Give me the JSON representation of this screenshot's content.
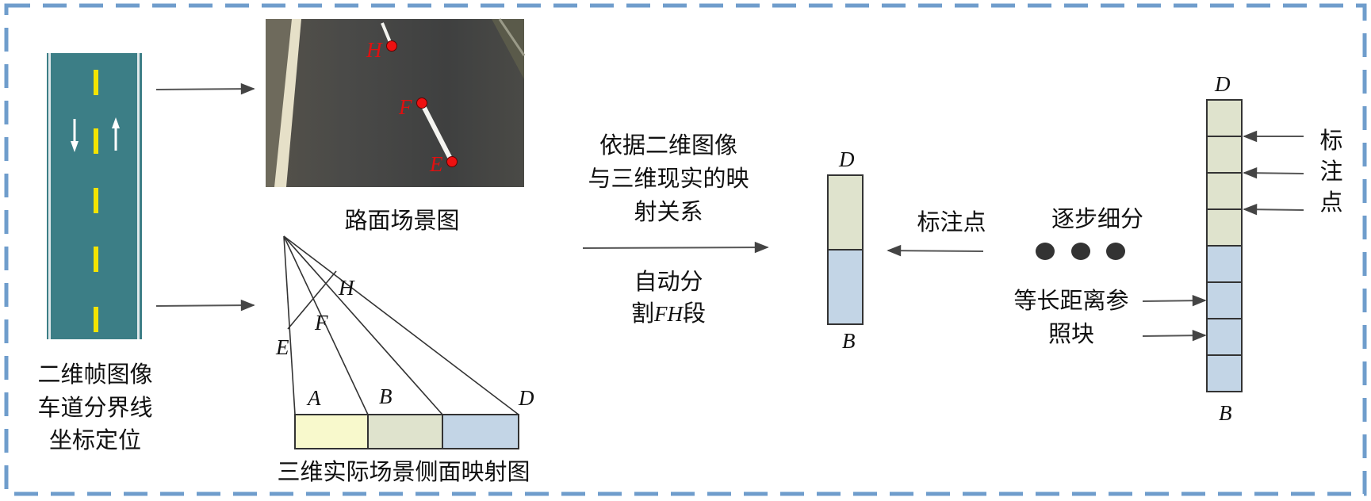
{
  "colors": {
    "border": "#6f9dcc",
    "lane": "#3c7e86",
    "lane_dash": "#f4e400",
    "block_a": "#f8f9cc",
    "block_b": "#dfe3cd",
    "block_d": "#c3d5e6",
    "marker": "#ee1111"
  },
  "left": {
    "caption_lines": [
      "二维帧图像",
      "车道分界线",
      "坐标定位"
    ]
  },
  "road_photo": {
    "caption": "路面场景图",
    "points": {
      "H": "H",
      "F": "F",
      "E": "E"
    }
  },
  "side_map": {
    "caption": "三维实际场景侧面映射图",
    "labels": {
      "E": "E",
      "F": "F",
      "H": "H",
      "A": "A",
      "B": "B",
      "D": "D"
    }
  },
  "middle": {
    "top_lines": [
      "依据二维图像",
      "与三维现实的映",
      "射关系"
    ],
    "bottom_line1": "自动分",
    "bottom_line2_prefix": "割",
    "bottom_line2_italic": "FH",
    "bottom_line2_suffix": "段"
  },
  "small_bar": {
    "top_label": "D",
    "bottom_label": "B"
  },
  "annotation_label": "标注点",
  "subdivide_label": "逐步细分",
  "reference_label_lines": [
    "等长距离参",
    "照块"
  ],
  "tall_bar": {
    "top_label": "D",
    "bottom_label": "B",
    "upper_segments": 4,
    "lower_segments": 4
  },
  "right_label_chars": [
    "标",
    "注",
    "点"
  ]
}
